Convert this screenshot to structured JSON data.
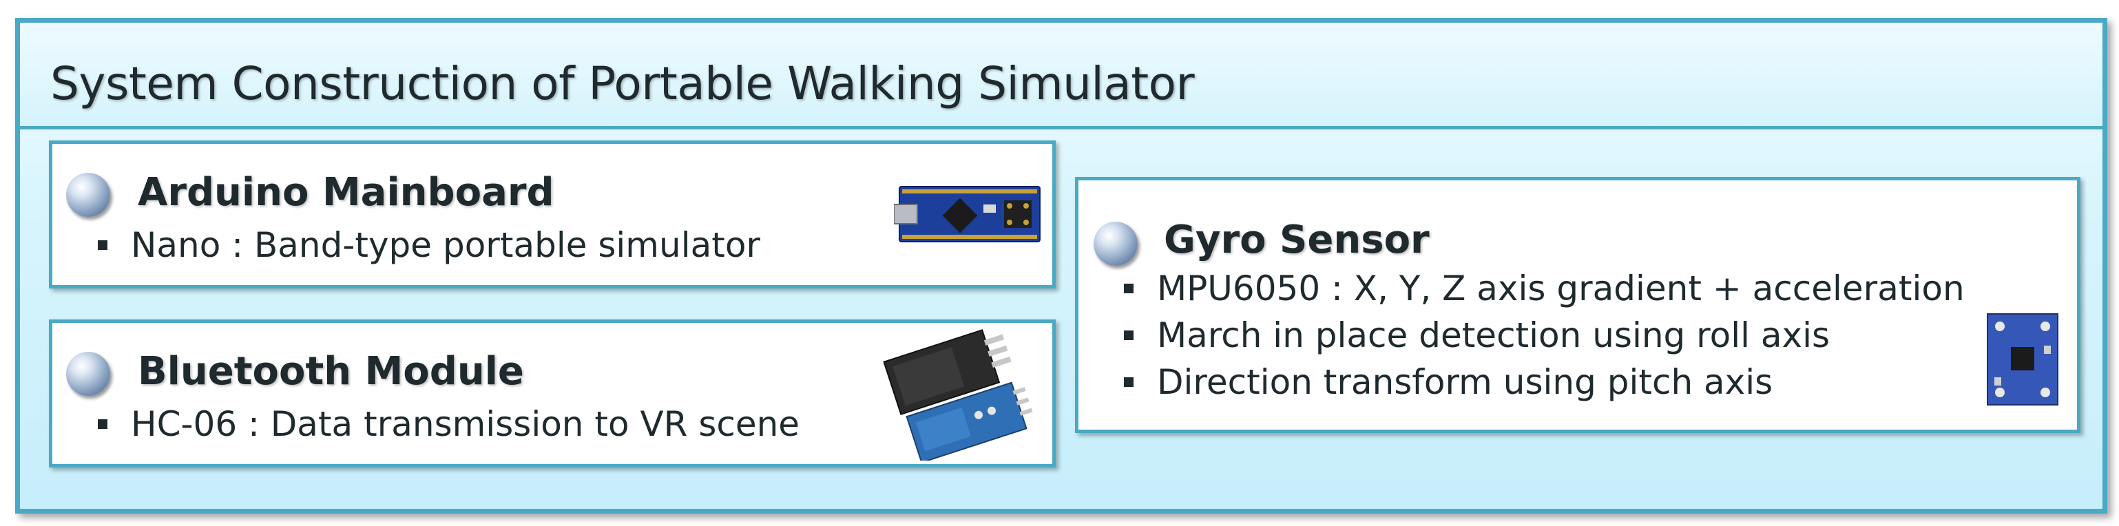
{
  "title": "System Construction of Portable Walking Simulator",
  "arduino": {
    "heading": "Arduino Mainboard",
    "bullets": [
      "Nano : Band-type portable simulator"
    ]
  },
  "bluetooth": {
    "heading": "Bluetooth Module",
    "bullets": [
      "HC-06 : Data transmission to VR scene"
    ]
  },
  "gyro": {
    "heading": "Gyro Sensor",
    "bullets": [
      "MPU6050 : X, Y, Z axis gradient + acceleration",
      "March in place detection using roll axis",
      "Direction transform using pitch axis"
    ]
  },
  "colors": {
    "border": "#4aa9c4",
    "board_blue": "#1d3f9c",
    "text": "#1f2a2e"
  }
}
